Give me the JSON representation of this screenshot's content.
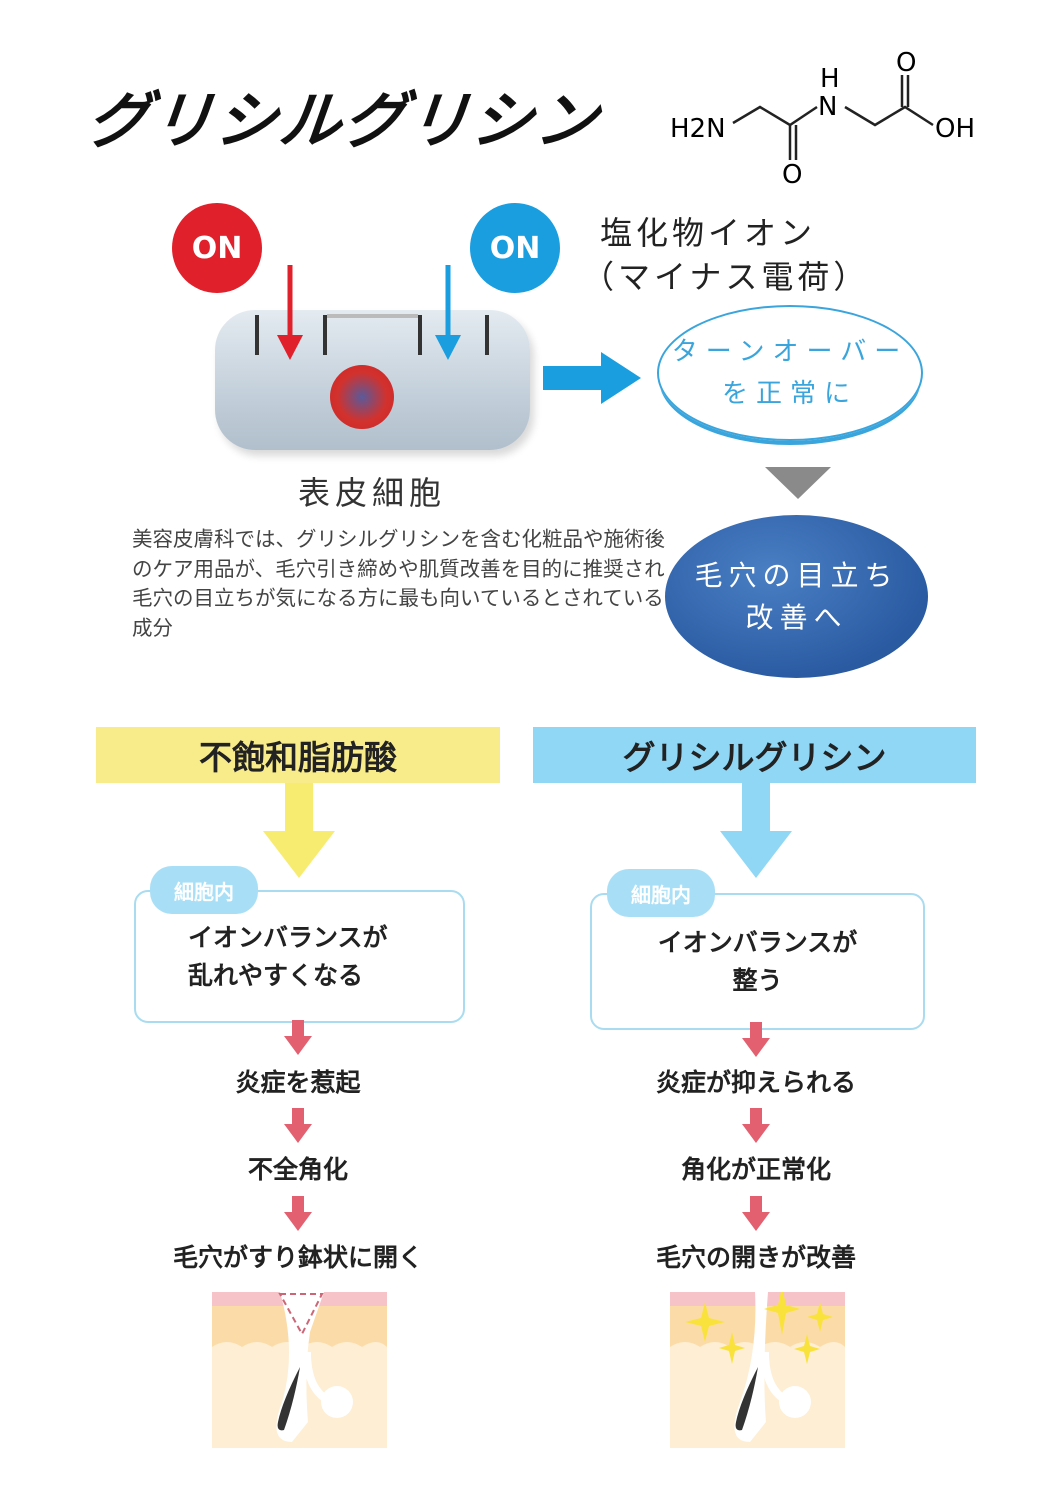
{
  "title": "グリシルグリシン",
  "molecule": {
    "h2n": "H2N",
    "nh_h": "H",
    "nh_n": "N",
    "o_bottom": "O",
    "o_top": "O",
    "oh": "OH"
  },
  "mechanism": {
    "on_red": "ON",
    "on_blue": "ON",
    "ion_label": "塩化物イオン",
    "charge_label": "（マイナス電荷）",
    "cell_label": "表皮細胞",
    "turnover_line1": "ターンオーバー",
    "turnover_line2": "を正常に",
    "result_line1": "毛穴の目立ち",
    "result_line2": "改善へ",
    "description": "美容皮膚科では、グリシルグリシンを含む化粧品や施術後のケア用品が、毛穴引き締めや肌質改善を目的に推奨され毛穴の目立ちが気になる方に最も向いているとされている成分"
  },
  "comparison": {
    "left": {
      "header": "不飽和脂肪酸",
      "tag": "細胞内",
      "box_line1": "イオンバランスが",
      "box_line2": "乱れやすくなる",
      "steps": [
        "炎症を惹起",
        "不全角化",
        "毛穴がすり鉢状に開く"
      ]
    },
    "right": {
      "header": "グリシルグリシン",
      "tag": "細胞内",
      "box_line1": "イオンバランスが",
      "box_line2": "整う",
      "steps": [
        "炎症が抑えられる",
        "角化が正常化",
        "毛穴の開きが改善"
      ]
    }
  },
  "colors": {
    "red": "#e0212b",
    "blue": "#1a9ee0",
    "yellow": "#f8ec8a",
    "lightblue": "#8fd7f5",
    "step_arrow": "#e2606f",
    "navy": "#2b5ca3"
  }
}
